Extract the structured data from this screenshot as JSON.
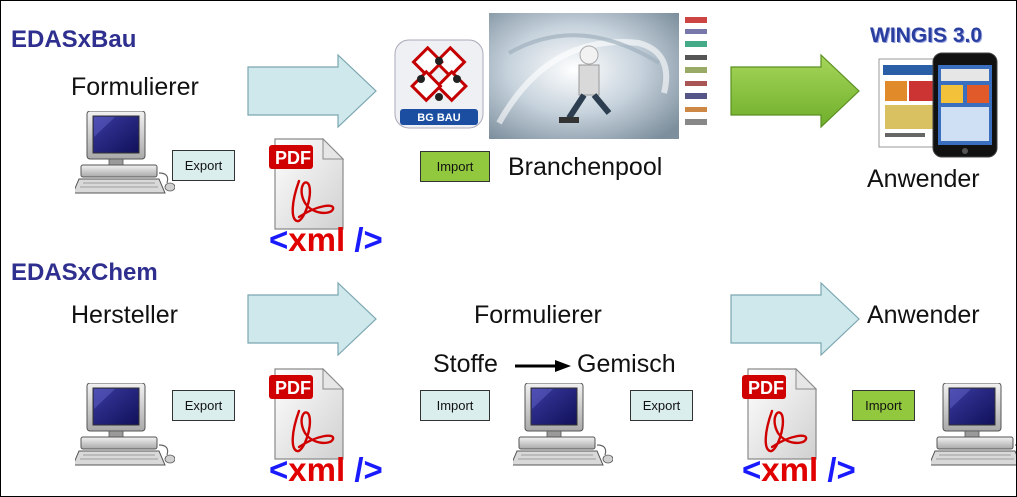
{
  "sections": {
    "bau": {
      "title": "EDASxBau",
      "sender_label": "Formulierer",
      "export_label": "Export",
      "import_label": "Import",
      "pool_label": "Branchenpool",
      "logo_text": "BG BAU",
      "app_title": "WINGIS 3.0",
      "receiver_label": "Anwender",
      "xml_open": "<",
      "xml_word": "xml",
      "xml_close": " />",
      "pdf_badge": "PDF"
    },
    "chem": {
      "title": "EDASxChem",
      "sender_label": "Hersteller",
      "middle_label": "Formulierer",
      "stoffe_label": "Stoffe",
      "gemisch_label": "Gemisch",
      "receiver_label": "Anwender",
      "export_label_1": "Export",
      "import_label_1": "Import",
      "export_label_2": "Export",
      "import_label_2": "Import",
      "xml_open": "<",
      "xml_word": "xml",
      "xml_close": " />",
      "pdf_badge": "PDF"
    }
  },
  "colors": {
    "title": "#2f2f8f",
    "arrow_blue": "#cfe8ec",
    "arrow_green": "#8cc63f",
    "import_green": "#92c83e",
    "button_blue": "#dbeeee",
    "pdf_red": "#e00000",
    "xml_blue": "#1a1aff"
  },
  "icons": [
    "computer-icon",
    "pdf-document-icon",
    "gear-chemical-logo-icon",
    "photo-worker-icon",
    "phone-app-icon",
    "arrow-right-icon"
  ]
}
